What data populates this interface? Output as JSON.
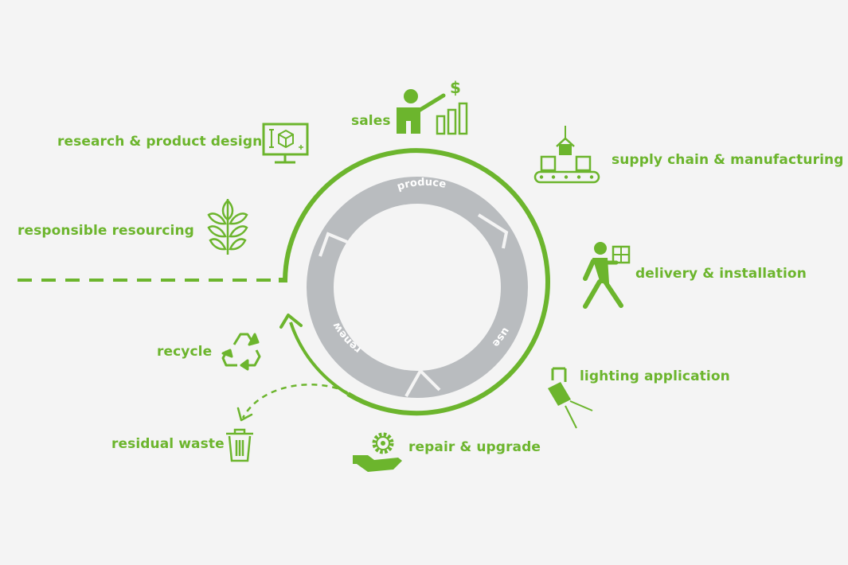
{
  "colors": {
    "accent": "#6cb52d",
    "ring": "#b9bcbf",
    "background": "#f4f4f4",
    "ring_text": "#ffffff"
  },
  "labels": {
    "sales": "sales",
    "research": "research & product design",
    "supply": "supply chain & manufacturing",
    "resourcing": "responsible resourcing",
    "delivery": "delivery & installation",
    "recycle": "recycle",
    "lighting": "lighting application",
    "residual": "residual waste",
    "repair": "repair & upgrade"
  },
  "ring": {
    "produce": "produce",
    "use": "use",
    "renew": "renew"
  },
  "icons": {
    "sales": "presenter-chart-icon",
    "research": "monitor-design-icon",
    "supply": "conveyor-icon",
    "resourcing": "leaf-icon",
    "delivery": "walking-delivery-icon",
    "recycle": "recycle-icon",
    "lighting": "spotlight-icon",
    "residual": "trash-bin-icon",
    "repair": "gear-hand-icon",
    "currency": "$"
  }
}
